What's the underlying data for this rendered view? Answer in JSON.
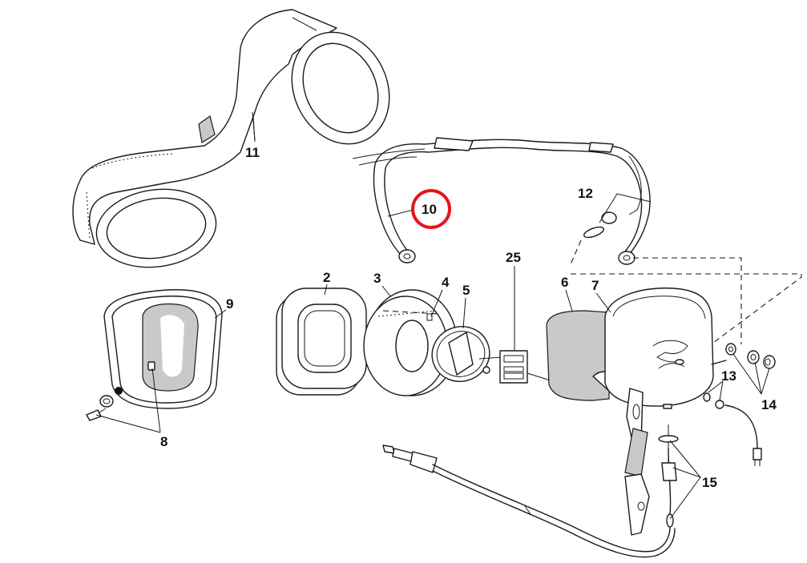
{
  "highlight_color": "#e8141b",
  "labels": {
    "p2": "2",
    "p3": "3",
    "p4": "4",
    "p5": "5",
    "p6": "6",
    "p7": "7",
    "p8": "8",
    "p9": "9",
    "p10": "10",
    "p11": "11",
    "p12": "12",
    "p13": "13",
    "p14": "14",
    "p15": "15",
    "p25": "25"
  }
}
